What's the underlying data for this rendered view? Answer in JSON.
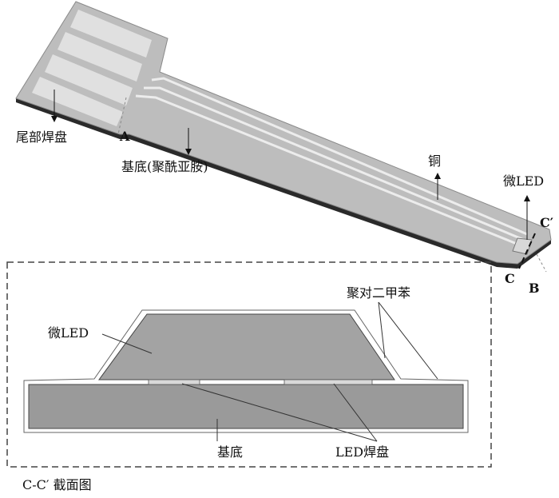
{
  "labels": {
    "tail_pad": "尾部焊盘",
    "substrate_top": "基底(聚酰亚胺)",
    "copper": "铜",
    "micro_led_top": "微LED",
    "point_a": "A",
    "point_b": "B",
    "point_c": "C",
    "point_c_prime": "C′",
    "parylene": "聚对二甲苯",
    "micro_led_section": "微LED",
    "substrate_section": "基底",
    "led_pad": "LED焊盘",
    "section_caption": "C-C′ 截面图"
  },
  "colors": {
    "probe_top": "#bdbdbd",
    "probe_side": "#2a2a2a",
    "pad_light": "#dedede",
    "trace": "#e8e8e8",
    "led_fill": "#a3a3a3",
    "substrate_fill": "#9a9a9a",
    "outline": "#555555",
    "dashed_border": "#444444"
  }
}
